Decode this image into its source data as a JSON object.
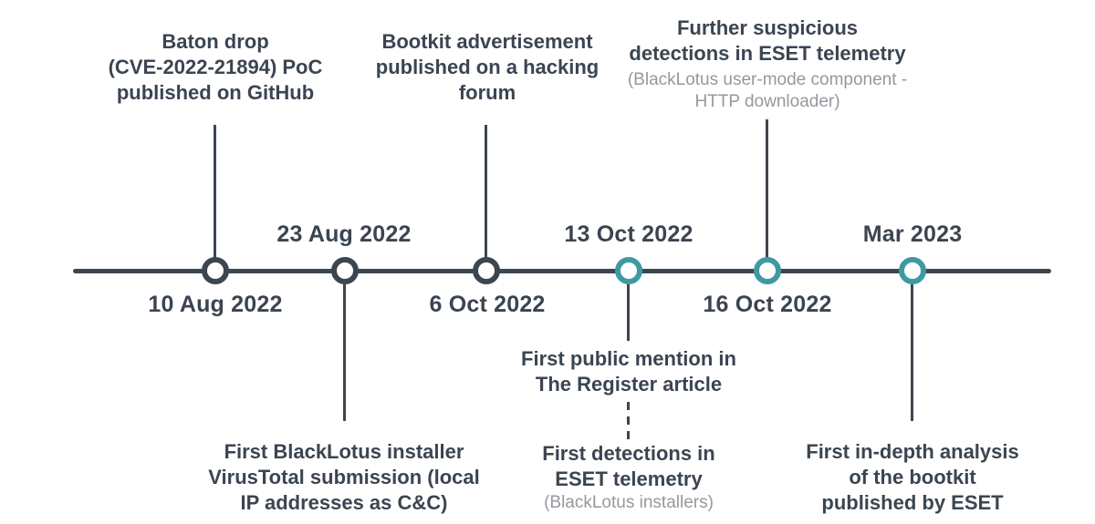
{
  "colors": {
    "dark_marker": "#3c4650",
    "teal_marker": "#3f99a2",
    "title_text": "#3b4551",
    "muted_text": "#95989e",
    "background": "#ffffff"
  },
  "timeline": {
    "type": "horizontal-timeline",
    "events": [
      {
        "date": "10 Aug 2022",
        "marker_color": "dark",
        "label_position": "above",
        "title": "Baton drop\n(CVE-2022-21894) PoC\npublished on GitHub"
      },
      {
        "date": "23 Aug 2022",
        "marker_color": "dark",
        "label_position": "below",
        "title": "First BlackLotus installer\nVirusTotal submission (local\nIP addresses as C&C)"
      },
      {
        "date": "6 Oct 2022",
        "marker_color": "dark",
        "label_position": "above",
        "title": "Bootkit advertisement\npublished on a hacking\nforum"
      },
      {
        "date": "13 Oct 2022",
        "marker_color": "teal",
        "label_position": "below",
        "title": "First public mention in\nThe Register article",
        "secondary_title": "First detections in\nESET telemetry",
        "secondary_subtitle": "(BlackLotus installers)"
      },
      {
        "date": "16 Oct 2022",
        "marker_color": "teal",
        "label_position": "above",
        "title": "Further suspicious\ndetections in ESET telemetry",
        "subtitle": "(BlackLotus user-mode component -\nHTTP downloader)"
      },
      {
        "date": "Mar 2023",
        "marker_color": "teal",
        "label_position": "below",
        "title": "First in-depth analysis\nof the bootkit\npublished by ESET"
      }
    ]
  }
}
